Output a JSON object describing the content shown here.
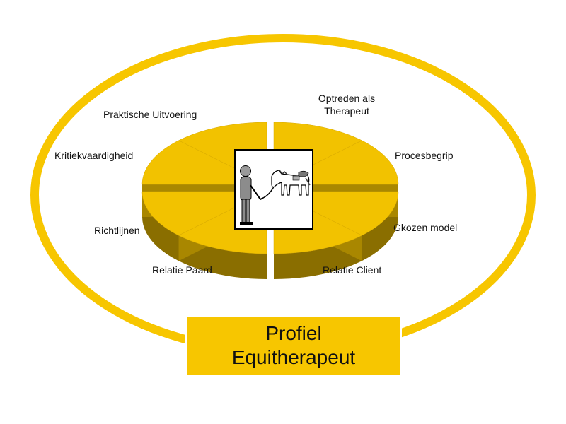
{
  "colors": {
    "ring": "#f7c600",
    "slice_top": "#f2c200",
    "slice_side": "#8a6e00",
    "title_bg": "#f7c600",
    "text": "#111111"
  },
  "segments": [
    {
      "label": "Praktische Uitvoering"
    },
    {
      "label": "Optreden als Therapeut"
    },
    {
      "label": "Kritiekvaardigheid"
    },
    {
      "label": "Procesbegrip"
    },
    {
      "label": "Richtlijnen"
    },
    {
      "label": "Gkozen model"
    },
    {
      "label": "Relatie Paard"
    },
    {
      "label": "Relatie Client"
    }
  ],
  "labels": {
    "praktische": "Praktische Uitvoering",
    "optreden_line1": "Optreden als",
    "optreden_line2": "Therapeut",
    "kritiek": "Kritiekvaardigheid",
    "proces": "Procesbegrip",
    "richtlijnen": "Richtlijnen",
    "model": "Gkozen model",
    "paard": "Relatie Paard",
    "client": "Relatie Client"
  },
  "title": {
    "line1": "Profiel",
    "line2": "Equitherapeut"
  },
  "center_image": {
    "icons": [
      "person-icon",
      "horse-icon",
      "lead-rope-icon"
    ]
  }
}
